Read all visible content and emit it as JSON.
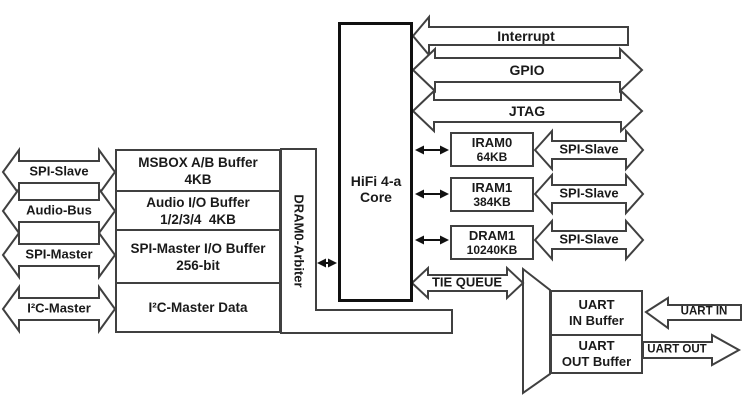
{
  "diagram": {
    "left_ports": [
      {
        "label": "SPI-Slave"
      },
      {
        "label": "Audio-Bus"
      },
      {
        "label": "SPI-Master"
      },
      {
        "label": "I²C-Master"
      }
    ],
    "buffer_box": {
      "rows": [
        {
          "line1": "MSBOX A/B Buffer",
          "line2": "4KB"
        },
        {
          "line1": "Audio I/O Buffer",
          "line2": "1/2/3/4  4KB"
        },
        {
          "line1": "SPI-Master I/O Buffer",
          "line2": "256-bit"
        },
        {
          "line1": "I²C-Master Data"
        }
      ]
    },
    "arbiter": {
      "label": "DRAM0-Arbiter"
    },
    "core": {
      "line1": "HiFi 4-a",
      "line2": "Core"
    },
    "top_buses": [
      {
        "label": "Interrupt"
      },
      {
        "label": "GPIO"
      },
      {
        "label": "JTAG"
      }
    ],
    "memories": [
      {
        "name": "IRAM0",
        "size": "64KB",
        "port": "SPI-Slave"
      },
      {
        "name": "IRAM1",
        "size": "384KB",
        "port": "SPI-Slave"
      },
      {
        "name": "DRAM1",
        "size": "10240KB",
        "port": "SPI-Slave"
      }
    ],
    "tie_queue": {
      "label": "TIE QUEUE"
    },
    "uart": {
      "in_buffer": {
        "line1": "UART",
        "line2": "IN Buffer"
      },
      "out_buffer": {
        "line1": "UART",
        "line2": "OUT Buffer"
      },
      "in_port": {
        "label": "UART IN"
      },
      "out_port": {
        "label": "UART OUT"
      }
    },
    "colors": {
      "line": "#404040",
      "core_border": "#101010",
      "text": "#1a1a1a",
      "background": "#ffffff"
    }
  }
}
